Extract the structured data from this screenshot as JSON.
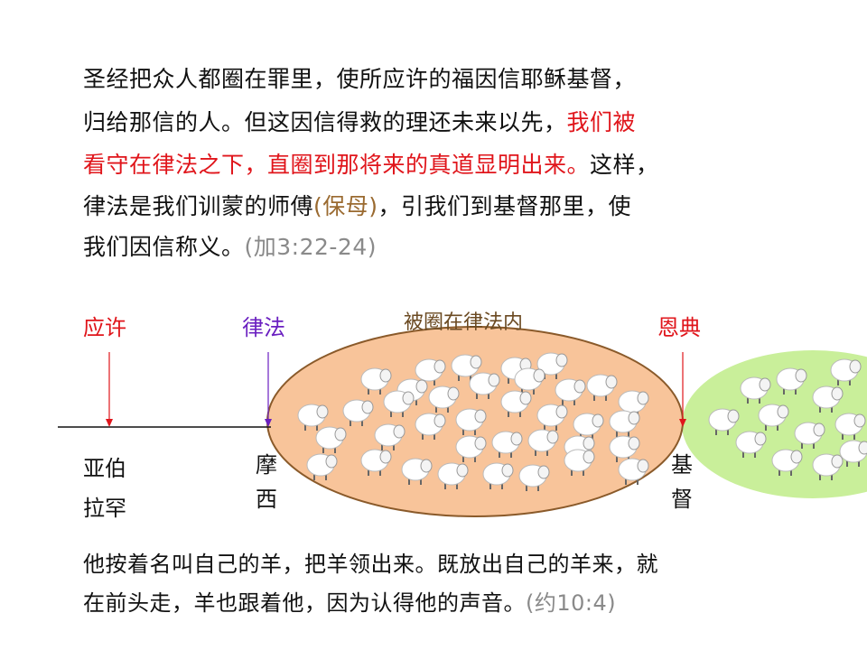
{
  "verse1": {
    "lines": [
      {
        "parts": [
          {
            "text": "圣经把众人都圈在罪里，使所应许的福因信耶稣基督，",
            "style": "normal"
          }
        ]
      },
      {
        "parts": [
          {
            "text": "归给那信的人。但这因信得救的理还未来以先，",
            "style": "normal"
          },
          {
            "text": "我们被",
            "style": "red"
          }
        ]
      },
      {
        "parts": [
          {
            "text": "看守在律法之下，直圈到那将来的真道显明出来。",
            "style": "red"
          },
          {
            "text": "这样，",
            "style": "normal"
          }
        ]
      },
      {
        "parts": [
          {
            "text": "律法是我们训蒙的师傅",
            "style": "normal"
          },
          {
            "text": "(保母)",
            "style": "brown"
          },
          {
            "text": "，引我们到基督那里，使",
            "style": "normal"
          }
        ]
      },
      {
        "parts": [
          {
            "text": "我们因信称义。",
            "style": "normal"
          },
          {
            "text": "(加3:22-24)",
            "style": "gray"
          }
        ]
      }
    ]
  },
  "diagram": {
    "labels": {
      "promise": "应许",
      "law": "律法",
      "enclosed": "被圈在律法内",
      "grace": "恩典"
    },
    "names": {
      "abraham_1": "亚伯",
      "abraham_2": "拉罕",
      "moses_1": "摩",
      "moses_2": "西",
      "christ_1": "基",
      "christ_2": "督"
    },
    "colors": {
      "promise": "#e0151b",
      "law": "#6a1fc0",
      "enclosed": "#6b4a22",
      "grace": "#e0151b",
      "law_oval": "#f8c49a",
      "grace_oval": "#c9ef9a"
    }
  },
  "verse2": {
    "line1": "他按着名叫自己的羊，把羊领出来。既放出自己的羊来，就",
    "line2_main": "在前头走，羊也跟着他，因为认得他的声音。",
    "line2_ref": "(约10:4)"
  }
}
